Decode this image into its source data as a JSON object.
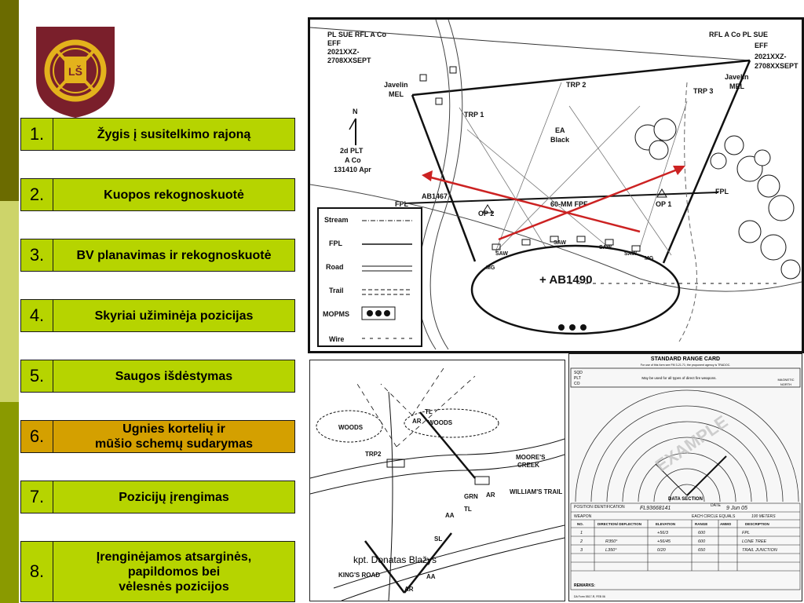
{
  "colors": {
    "sidebar_top": "#6b6b00",
    "sidebar_mid": "#cdd46a",
    "sidebar_bottom": "#8a9a00",
    "menu_default": "#b6d400",
    "menu_active": "#d4a000",
    "map_road_red": "#cc2222"
  },
  "logo": {
    "icon": "lithuanian-army-crest",
    "letters": "LŠ"
  },
  "menu": {
    "items": [
      {
        "num": "1.",
        "label": "Žygis į susitelkimo rajoną"
      },
      {
        "num": "2.",
        "label": "Kuopos rekognoskuotė"
      },
      {
        "num": "3.",
        "label": "BV planavimas ir rekognoskuotė"
      },
      {
        "num": "4.",
        "label": "Skyriai užiminėja pozicijas"
      },
      {
        "num": "5.",
        "label": "Saugos išdėstymas"
      },
      {
        "num": "6.",
        "label": "Ugnies kortelių ir\nmūšio schemų sudarymas"
      },
      {
        "num": "7.",
        "label": "Pozicijų įrengimas"
      },
      {
        "num": "8.",
        "label": "Įrenginėjamos atsarginės,\npapildomos  bei\nvėlesnės pozicijos"
      }
    ],
    "active_index": 5
  },
  "map": {
    "header_left_1": "PL SUE RFL A Co",
    "header_left_2": "EFF",
    "header_left_3": "2021XXZ-",
    "header_left_4": "2708XXSEPT",
    "header_right_1": "RFL A Co PL SUE",
    "header_right_2": "EFF",
    "header_right_3": "2021XXZ-",
    "header_right_4": "2708XXSEPT",
    "javelin_left_1": "Javelin",
    "javelin_left_2": "MEL",
    "javelin_right_1": "Javelin",
    "javelin_right_2": "MEL",
    "trp1": "TRP 1",
    "trp2": "TRP 2",
    "trp3": "TRP 3",
    "ea_1": "EA",
    "ea_2": "Black",
    "north": "N",
    "unit_1": "2d PLT",
    "unit_2": "A Co",
    "unit_3": "131410 Apr",
    "ab1467": "AB1467",
    "fpl_left": "FPL",
    "fpl_right": "FPL",
    "fpf": "60-MM FPF",
    "op1": "OP 1",
    "op2": "OP 2",
    "ab1490": "+ AB1490",
    "saw": "SAW",
    "mg": "MG",
    "legend": {
      "stream": "Stream",
      "fpl": "FPL",
      "road": "Road",
      "trail": "Trail",
      "mopms": "MOPMS",
      "wire": "Wire"
    }
  },
  "sketch": {
    "woods_left": "WOODS",
    "woods_right": "WOODS",
    "tl": "TL",
    "ar": "AR",
    "trp2": "TRP2",
    "moores_1": "MOORE'S",
    "moores_2": "CREEK",
    "williams": "WILLIAM'S TRAIL",
    "grn": "GRN",
    "aa": "AA",
    "sl": "SL",
    "kings": "KING'S ROAD"
  },
  "range_card": {
    "title": "STANDARD RANGE CARD",
    "subtitle": "For use of this form see FM 3-21.71; the proponent agency is TRADOC.",
    "note": "May be used for all types of direct fire weapons.",
    "magnetic_north_1": "MAGNETIC",
    "magnetic_north_2": "NORTH",
    "sqd": "SQD",
    "plt": "PLT",
    "co": "CO",
    "example": "EXAMPLE",
    "data_section": "DATA SECTION",
    "pos_ident_label": "POSITION IDENTIFICATION",
    "pos_ident_value": "FL93668141",
    "date_label": "DATE",
    "date_value": "9 Jun 05",
    "weapon_label": "WEAPON",
    "circle_label": "EACH CIRCLE EQUALS",
    "circle_value": "100 METERS",
    "columns": [
      "NO.",
      "DIRECTION/ DEFLECTION",
      "ELEVATION",
      "RANGE",
      "AMMO",
      "DESCRIPTION"
    ],
    "rows": [
      {
        "no": "1",
        "dir": "",
        "elev": "+56/3",
        "range": "600",
        "ammo": "",
        "desc": "FPL"
      },
      {
        "no": "2",
        "dir": "R350°",
        "elev": "+56/45",
        "range": "600",
        "ammo": "",
        "desc": "LONE TREE"
      },
      {
        "no": "3",
        "dir": "L350°",
        "elev": "0/20",
        "range": "650",
        "ammo": "",
        "desc": "TRAIL JUNCTION"
      }
    ],
    "remarks": "REMARKS:",
    "form_id": "DA Form 5517-R, FEB 06"
  },
  "footer": {
    "author": "kpt. Donatas Blažys"
  }
}
